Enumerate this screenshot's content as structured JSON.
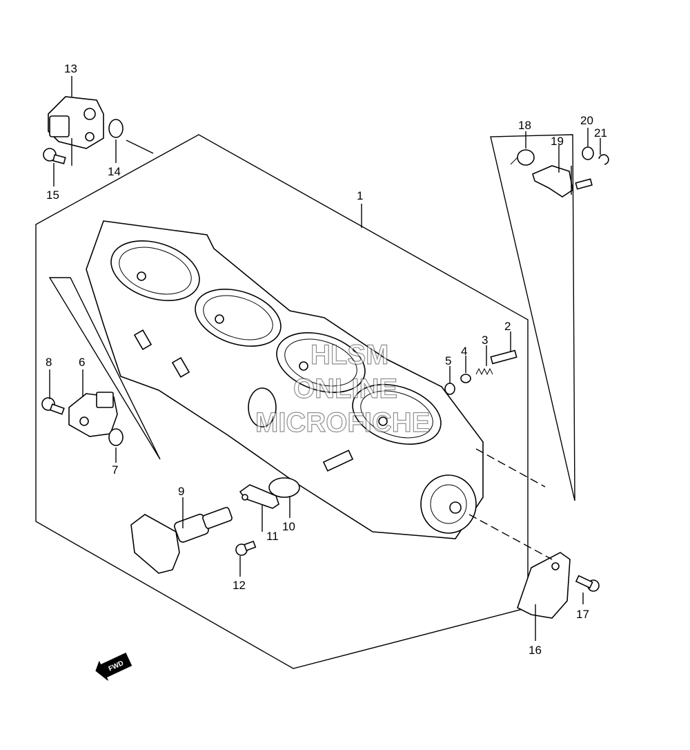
{
  "callouts": [
    "1",
    "2",
    "3",
    "4",
    "5",
    "6",
    "7",
    "8",
    "9",
    "10",
    "11",
    "12",
    "13",
    "14",
    "15",
    "16",
    "17",
    "18",
    "19",
    "20",
    "21"
  ],
  "watermark": {
    "line1": "HLSM",
    "line2": "ONLINE",
    "line3": "MICROFICHE"
  },
  "fwd_label": "FWD"
}
